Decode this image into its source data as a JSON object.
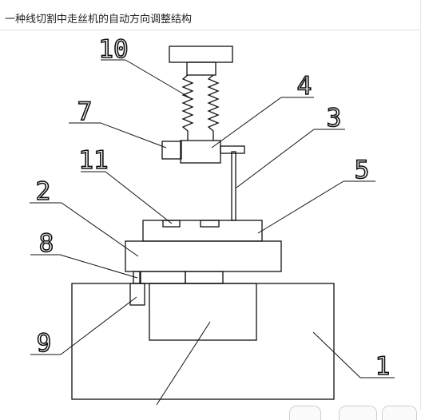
{
  "title": "一种线切割中走丝机的自动方向调整结构",
  "diagram": {
    "labels": [
      "10",
      "4",
      "7",
      "3",
      "11",
      "5",
      "2",
      "8",
      "9",
      "1"
    ]
  }
}
